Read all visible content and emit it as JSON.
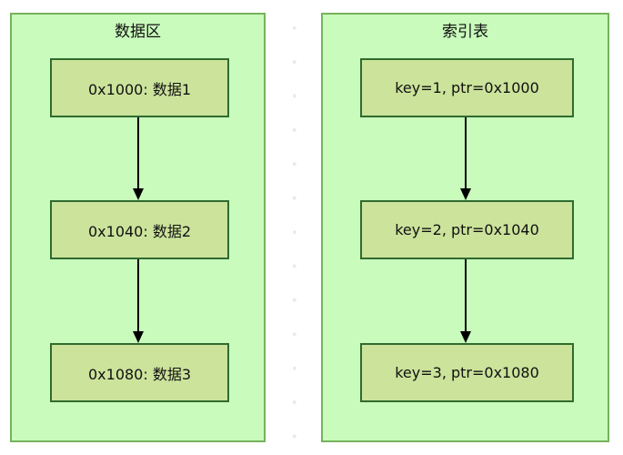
{
  "diagram": {
    "panels": [
      {
        "title": "数据区",
        "nodes": [
          "0x1000: 数据1",
          "0x1040: 数据2",
          "0x1080: 数据3"
        ]
      },
      {
        "title": "索引表",
        "nodes": [
          "key=1, ptr=0x1000",
          "key=2, ptr=0x1040",
          "key=3, ptr=0x1080"
        ]
      }
    ]
  },
  "palette": {
    "panel_fill": "#c9fbbc",
    "panel_border": "#75b35c",
    "node_fill": "#cbe39b",
    "node_border": "#2f6b2f",
    "arrow": "#000000",
    "text": "#111111",
    "background": "#ffffff",
    "background_dot": "#e9e9e9"
  }
}
